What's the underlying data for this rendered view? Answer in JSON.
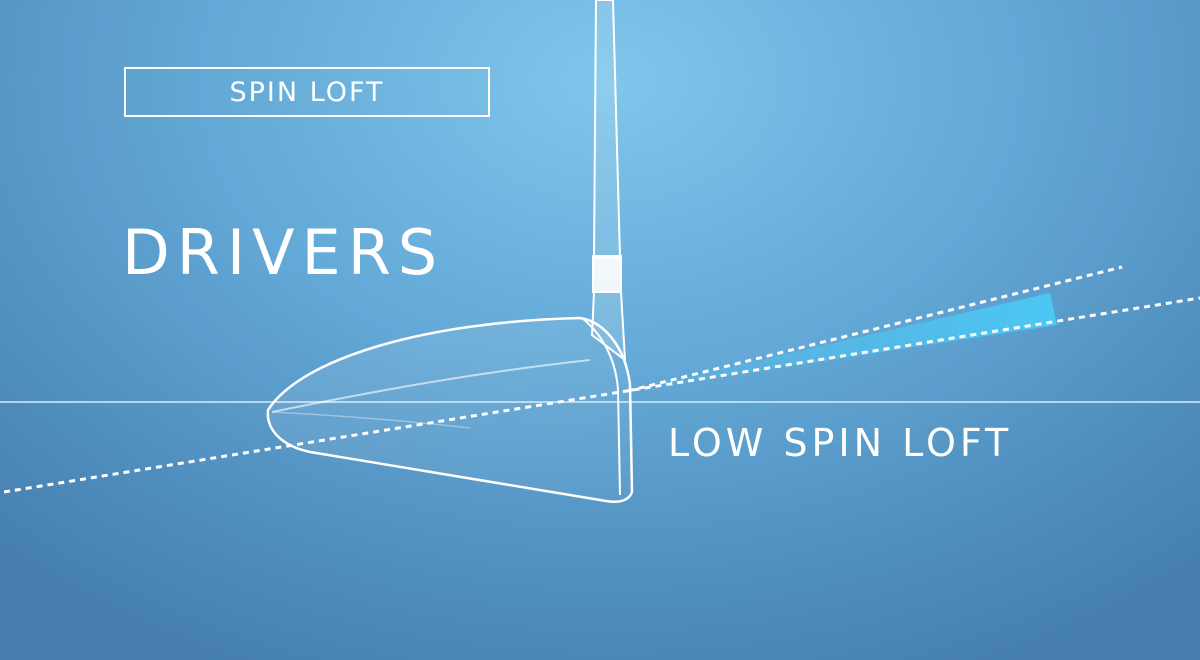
{
  "topic": "SPIN LOFT",
  "title": "DRIVERS",
  "caption": "LOW SPIN LOFT",
  "colors": {
    "background_light": "#7fc6ec",
    "background_dark": "#467fae",
    "line": "#ffffff",
    "angle_fill": "#4cc8f5"
  },
  "icons": [
    "golf-driver-club-icon"
  ]
}
